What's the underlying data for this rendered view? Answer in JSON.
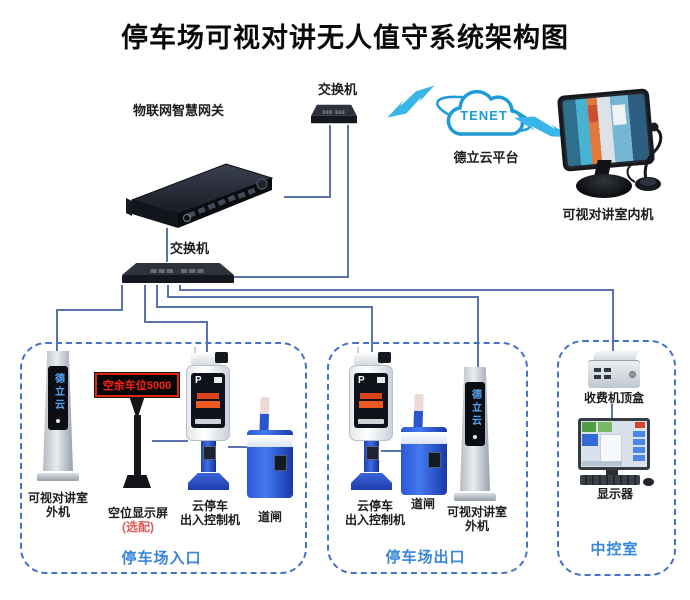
{
  "title": "停车场可视对讲无人值守系统架构图",
  "network": {
    "gateway_label": "物联网智慧网关",
    "top_switch_label": "交换机",
    "main_switch_label": "交换机",
    "cloud_logo": "TENET",
    "cloud_label": "德立云平台",
    "indoor_unit_label": "可视对讲室内机"
  },
  "entrance": {
    "zone_label": "停车场入口",
    "outdoor_unit": {
      "screen_text": "德立云",
      "label_line1": "可视对讲室",
      "label_line2": "外机"
    },
    "vacancy_display": {
      "led_text": "空余车位5000",
      "label": "空位显示屏",
      "optional_note": "(选配)"
    },
    "controller": {
      "screen_logo": "P",
      "label_line1": "云停车",
      "label_line2": "出入控制机"
    },
    "barrier": {
      "label": "道闸"
    }
  },
  "exit": {
    "zone_label": "停车场出口",
    "controller": {
      "screen_logo": "P",
      "label_line1": "云停车",
      "label_line2": "出入控制机"
    },
    "barrier": {
      "label": "道闸"
    },
    "outdoor_unit": {
      "screen_text": "德立云",
      "label_line1": "可视对讲室",
      "label_line2": "外机"
    }
  },
  "control_room": {
    "zone_label": "中控室",
    "settop_box": {
      "label": "收费机顶盒"
    },
    "monitor": {
      "label": "显示器"
    }
  },
  "colors": {
    "line": "#5b72ad",
    "zone_border": "#4472c4",
    "zone_label": "#3a86d8",
    "cloud_blue": "#1e9cd7",
    "lightning_blue": "#38b6e9",
    "led_red": "#ff2016",
    "optional_red": "#e05c5c"
  }
}
